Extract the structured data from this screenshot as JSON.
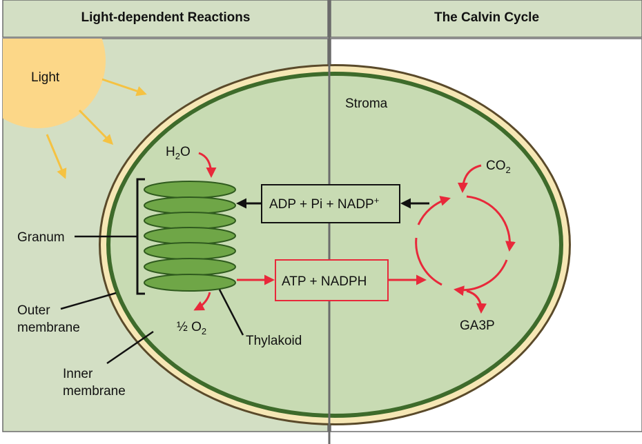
{
  "headers": {
    "left": "Light-dependent Reactions",
    "right": "The Calvin Cycle"
  },
  "labels": {
    "light": "Light",
    "stroma": "Stroma",
    "water": {
      "main": "H",
      "sub": "2",
      "tail": "O"
    },
    "oxygen": {
      "main": "½ O",
      "sub": "2"
    },
    "co2": {
      "main": "CO",
      "sub": "2"
    },
    "adp_box": {
      "main": "ADP + Pi + NADP",
      "sup": "+"
    },
    "atp_box": "ATP + NADPH",
    "ga3p": "GA3P",
    "granum": "Granum",
    "outer_membrane": [
      "Outer",
      "membrane"
    ],
    "inner_membrane": [
      "Inner",
      "membrane"
    ],
    "thylakoid": "Thylakoid"
  },
  "colors": {
    "header_bg": "#d3dfc4",
    "panel_bg": "#d3dfc4",
    "stroma_fill": "#c8dbb3",
    "outer_membrane": "#5a4a2a",
    "inner_membrane_gap": "#f6e7b5",
    "inner_membrane": "#3e6b2b",
    "thylakoid_fill": "#6fa647",
    "thylakoid_stroke": "#2f5a1e",
    "sun": "#fcd788",
    "light_arrow": "#f5c242",
    "reaction_red": "#e8283a",
    "divider": "#6b6b6b"
  }
}
